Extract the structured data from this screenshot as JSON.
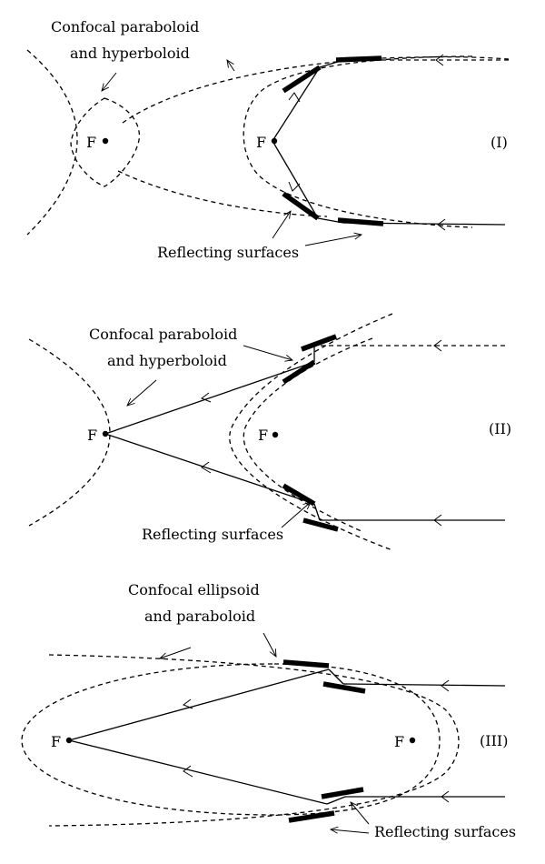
{
  "panels": [
    {
      "numeral": "(I)",
      "top_label_line1": "Confocal paraboloid",
      "top_label_line2": "and hyperboloid",
      "bottom_label": "Reflecting surfaces",
      "focus_left": "F",
      "focus_right": "F"
    },
    {
      "numeral": "(II)",
      "top_label_line1": "Confocal paraboloid",
      "top_label_line2": "and hyperboloid",
      "bottom_label": "Reflecting surfaces",
      "focus_left": "F",
      "focus_right": "F"
    },
    {
      "numeral": "(III)",
      "top_label_line1": "Confocal ellipsoid",
      "top_label_line2": "and paraboloid",
      "bottom_label": "Reflecting surfaces",
      "focus_left": "F",
      "focus_right": "F"
    }
  ]
}
